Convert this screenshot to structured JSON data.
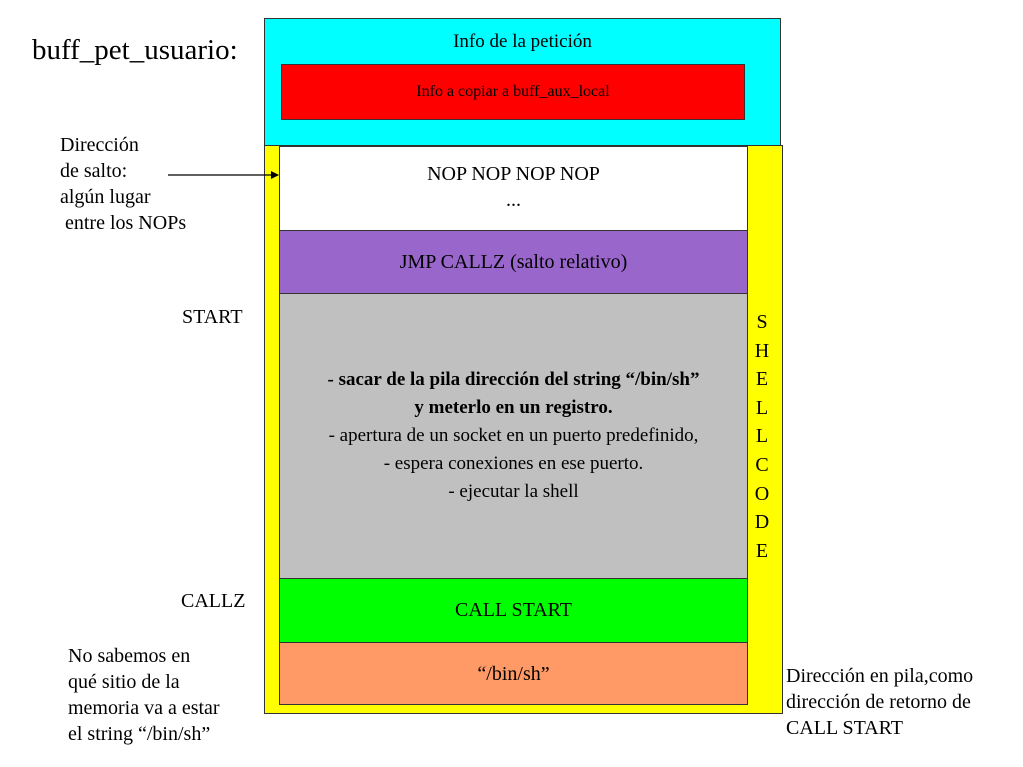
{
  "title": "buff_pet_usuario:",
  "request_info": {
    "label": "Info de la petición",
    "inner_label": "Info a copiar a buff_aux_local"
  },
  "blocks": {
    "nop": {
      "line1": "NOP NOP NOP NOP",
      "line2": "..."
    },
    "jmp": "JMP CALLZ (salto relativo)",
    "code": {
      "bold_lines": [
        "- sacar de la pila dirección del string “/bin/sh”",
        "y meterlo en un registro."
      ],
      "lines": [
        "- apertura de un socket en un puerto predefinido,",
        "- espera conexiones en ese puerto.",
        "- ejecutar la shell"
      ]
    },
    "call": "CALL START",
    "binsh": "“/bin/sh”"
  },
  "shellcode_letters": [
    "S",
    "H",
    "E",
    "L",
    "L",
    "C",
    "O",
    "D",
    "E"
  ],
  "labels": {
    "jump_address": [
      "Dirección",
      "de salto:",
      "algún lugar",
      " entre los NOPs"
    ],
    "start": "START",
    "callz": "CALLZ",
    "note_left": [
      "No sabemos en",
      "qué sitio de la",
      "memoria va a estar",
      "el string “/bin/sh”"
    ],
    "note_right": [
      "Dirección en pila,como",
      "dirección de retorno de",
      "CALL START"
    ]
  },
  "colors": {
    "request_info": "#00ffff",
    "copy_info": "#ff0000",
    "shellcode": "#ffff00",
    "nop": "#ffffff",
    "jmp": "#9966cc",
    "code": "#c0c0c0",
    "call": "#00ff00",
    "binsh": "#ff9966"
  }
}
